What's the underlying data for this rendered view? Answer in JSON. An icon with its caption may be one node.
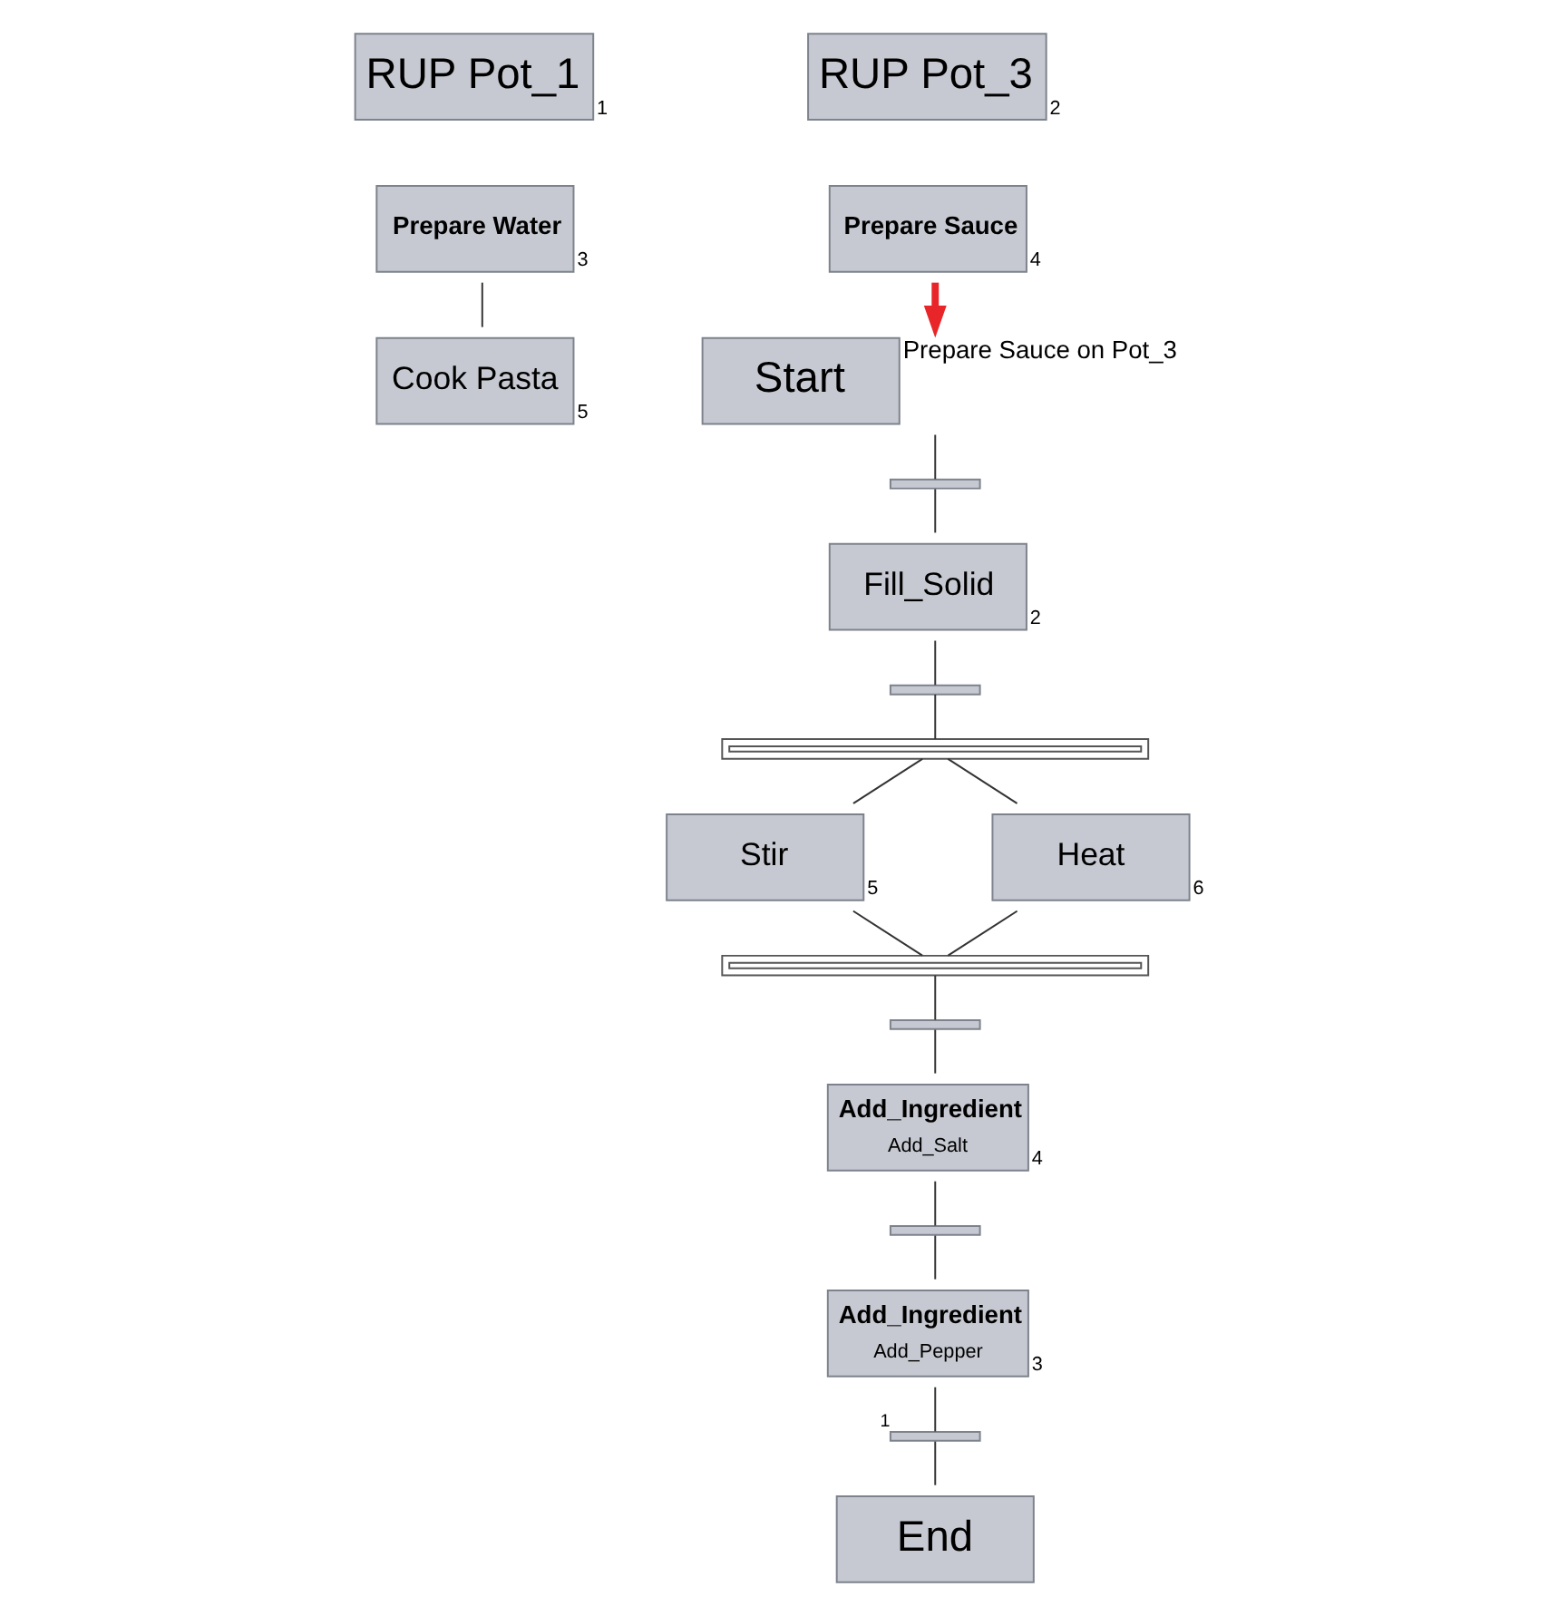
{
  "diagram": {
    "nodes": [
      {
        "text": [
          "RUP Pot_1"
        ],
        "beside": [
          "1"
        ]
      },
      {
        "text": [
          "RUP Pot_3"
        ],
        "beside": [
          "2"
        ]
      },
      {
        "text": [
          "Prepare Water"
        ],
        "beside": [
          "3"
        ]
      },
      {
        "text": [
          "Prepare Sauce"
        ],
        "beside": [
          "4"
        ]
      },
      {
        "text": [
          "Cook Pasta"
        ],
        "beside": [
          "5"
        ]
      },
      {
        "text": [
          "Start"
        ],
        "beside": [
          "Prepare Sauce on Pot_3"
        ]
      },
      {
        "text": [],
        "shape": "bar"
      },
      {
        "text": [
          "Fill_Solid"
        ],
        "beside": [
          "2"
        ]
      },
      {
        "text": [],
        "shape": "bar"
      },
      {
        "text": [],
        "shape": "bar"
      },
      {
        "text": [
          "Stir"
        ],
        "beside": [
          "5"
        ]
      },
      {
        "text": [
          "Heat"
        ],
        "beside": [
          "6"
        ]
      },
      {
        "text": [],
        "shape": "bar"
      },
      {
        "text": [],
        "shape": "bar"
      },
      {
        "text": [
          "Add_Ingredient",
          "Add_Salt"
        ],
        "beside": [
          "4"
        ]
      },
      {
        "text": [],
        "shape": "bar"
      },
      {
        "text": [
          "Add_Ingredient",
          "Add_Pepper"
        ],
        "beside": [
          "3"
        ]
      },
      {
        "text": [],
        "shape": "bar",
        "beside": [
          "1"
        ]
      },
      {
        "text": [
          "End"
        ]
      }
    ],
    "edges": [
      {
        "from": 2,
        "to": 4,
        "arrow": "none"
      },
      {
        "from": 3,
        "to": 5,
        "arrow": "to",
        "style": "thick",
        "color": "#e8262a"
      },
      {
        "from": 5,
        "to": 6,
        "arrow": "none"
      },
      {
        "from": 6,
        "to": 7,
        "arrow": "none"
      },
      {
        "from": 7,
        "to": 8,
        "arrow": "none"
      },
      {
        "from": 8,
        "to": 9,
        "arrow": "none"
      },
      {
        "from": 9,
        "to": 10,
        "arrow": "none"
      },
      {
        "from": 9,
        "to": 11,
        "arrow": "none"
      },
      {
        "from": 10,
        "to": 12,
        "arrow": "none"
      },
      {
        "from": 11,
        "to": 12,
        "arrow": "none"
      },
      {
        "from": 12,
        "to": 13,
        "arrow": "none"
      },
      {
        "from": 13,
        "to": 14,
        "arrow": "none"
      },
      {
        "from": 14,
        "to": 15,
        "arrow": "none"
      },
      {
        "from": 15,
        "to": 16,
        "arrow": "none"
      },
      {
        "from": 16,
        "to": 17,
        "arrow": "none"
      },
      {
        "from": 17,
        "to": 18,
        "arrow": "none"
      }
    ]
  }
}
